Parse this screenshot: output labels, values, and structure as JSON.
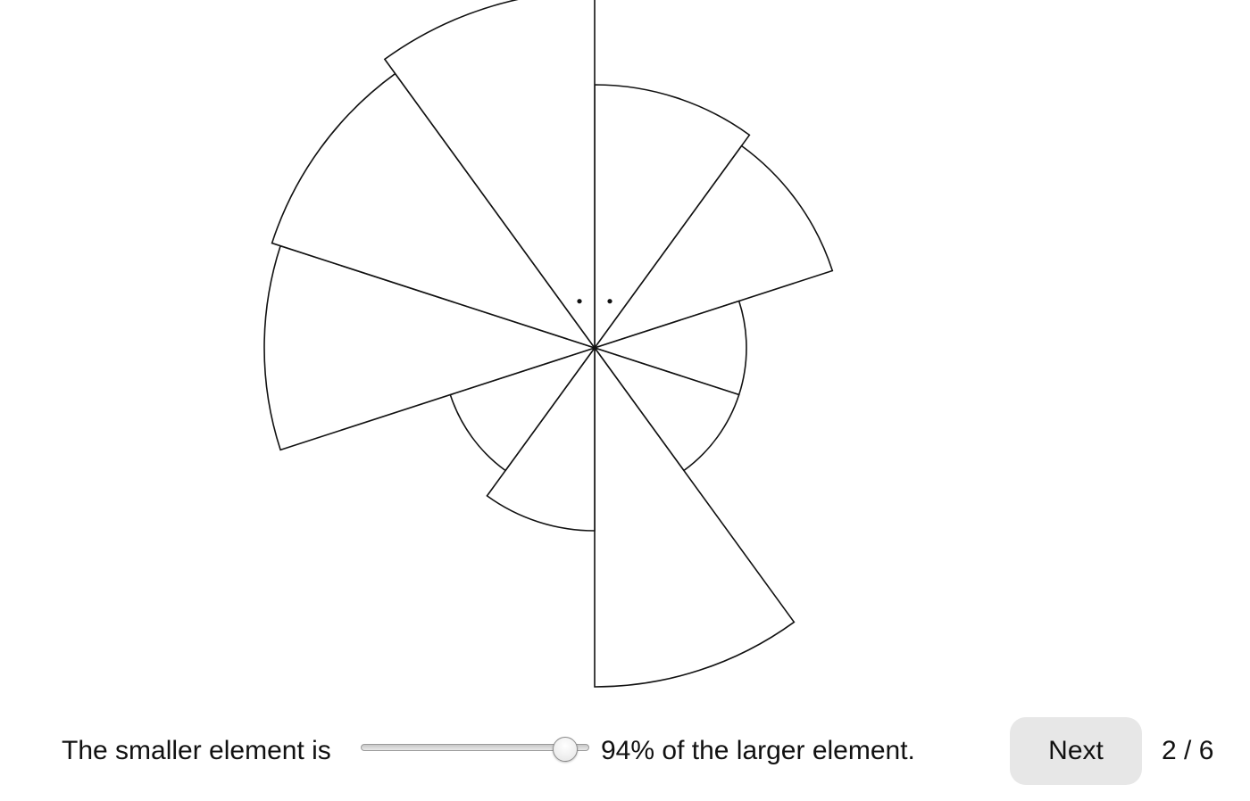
{
  "chart_data": {
    "type": "polar-area",
    "sectors": 10,
    "start_angle_deg": 90,
    "direction": "clockwise",
    "radii": [
      295,
      280,
      170,
      170,
      380,
      205,
      170,
      370,
      380,
      400
    ],
    "marked_sectors": [
      0,
      9
    ],
    "stroke_color": "#111111",
    "fill_color": "#ffffff"
  },
  "prompt": {
    "prefix": "The smaller element is",
    "value_text": "94%",
    "suffix": "of the larger element."
  },
  "slider": {
    "value": 0.94,
    "min": 0,
    "max": 1
  },
  "next_button": {
    "label": "Next"
  },
  "progress": {
    "text": "2 / 6"
  }
}
